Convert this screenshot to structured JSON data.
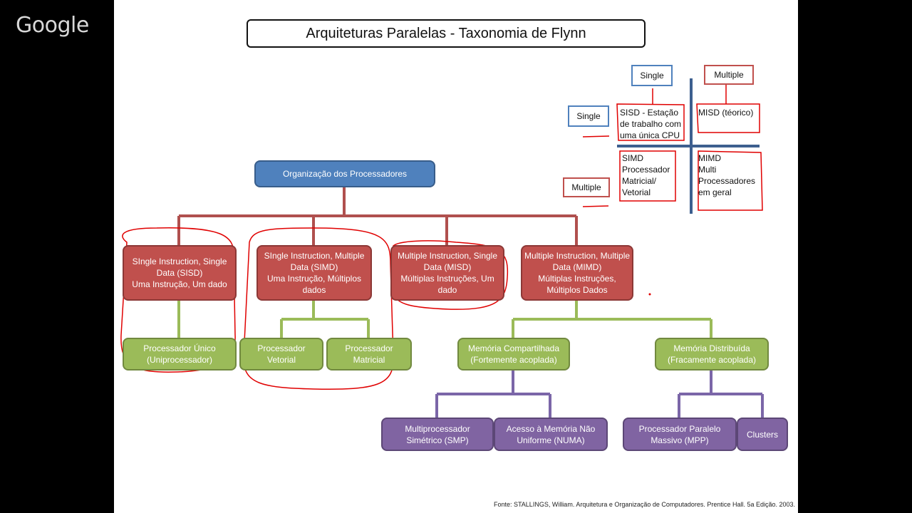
{
  "overlay": {
    "brand": "Google"
  },
  "slide": {
    "title": "Arquiteturas Paralelas  - Taxonomia de Flynn",
    "root": "Organização dos Processadores",
    "categories": [
      {
        "id": "sisd",
        "label": "SIngle Instruction, Single Data (SISD)\nUma Instrução, Um dado"
      },
      {
        "id": "simd",
        "label": "SIngle Instruction, Multiple Data (SIMD)\nUma Instrução, Múltiplos dados"
      },
      {
        "id": "misd",
        "label": "Multiple Instruction, Single Data (MISD)\nMúltiplas Instruções, Um dado"
      },
      {
        "id": "mimd",
        "label": "Multiple Instruction, Multiple Data (MIMD)\nMúltiplas Instruções, Múltiplos Dados"
      }
    ],
    "level2": [
      {
        "id": "uni",
        "label": "Processador Único\n(Uniprocessador)"
      },
      {
        "id": "vet",
        "label": "Processador\nVetorial"
      },
      {
        "id": "mat",
        "label": "Processador\nMatricial"
      },
      {
        "id": "shared",
        "label": "Memória Compartilhada\n(Fortemente acoplada)"
      },
      {
        "id": "dist",
        "label": "Memória Distribuída\n(Fracamente acoplada)"
      }
    ],
    "level3": [
      {
        "id": "smp",
        "label": "Multiprocessador\nSimétrico (SMP)"
      },
      {
        "id": "numa",
        "label": "Acesso à Memória Não\nUniforme (NUMA)"
      },
      {
        "id": "mpp",
        "label": "Processador Paralelo\nMassivo (MPP)"
      },
      {
        "id": "clusters",
        "label": "Clusters"
      }
    ],
    "quadrant": {
      "col_single": "Single",
      "col_multiple": "Multiple",
      "row_single": "Single",
      "row_multiple": "Multiple",
      "cell_sisd": "SISD - Estação\nde trabalho com\numa única CPU",
      "cell_misd": "MISD (téorico)",
      "cell_simd": "SIMD\nProcessador\nMatricial/\nVetorial",
      "cell_mimd": "MIMD\nMulti\nProcessadores\nem geral"
    },
    "footnote": "Fonte: STALLINGS, William. Arquitetura e Organização de Computadores. Prentice Hall.  5a Edição. 2003."
  },
  "colors": {
    "root": "#4f81bd",
    "category": "#c0504d",
    "level2": "#9bbb59",
    "level3": "#8064a2",
    "annotation": "#e00000"
  }
}
